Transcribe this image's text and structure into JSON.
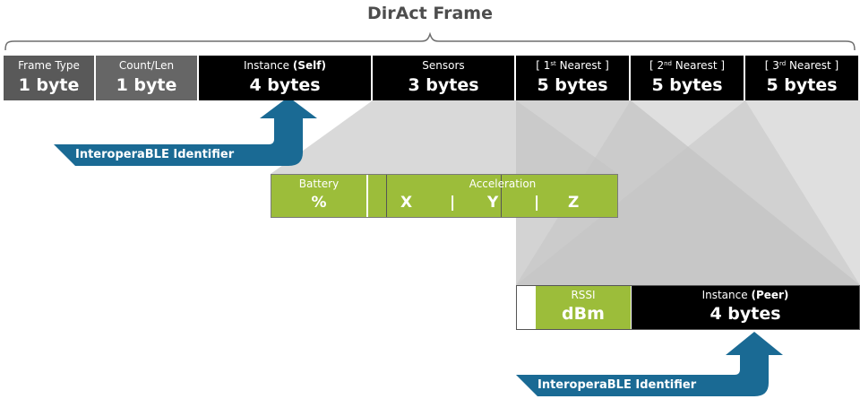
{
  "title": "DirAct Frame",
  "frame": {
    "cells": [
      {
        "label": "Frame Type",
        "value": "1 byte"
      },
      {
        "label": "Count/Len",
        "value": "1 byte"
      },
      {
        "label": "Instance",
        "label_bold": "(Self)",
        "value": "4 bytes"
      },
      {
        "label": "Sensors",
        "value": "3 bytes"
      },
      {
        "label_pre": "[ 1",
        "sup": "st",
        "label_post": " Nearest ]",
        "value": "5 bytes"
      },
      {
        "label_pre": "[ 2",
        "sup": "nd",
        "label_post": " Nearest ]",
        "value": "5 bytes"
      },
      {
        "label_pre": "[ 3",
        "sup": "rd",
        "label_post": " Nearest ]",
        "value": "5 bytes"
      }
    ]
  },
  "sensors": {
    "battery_label": "Battery",
    "battery_unit": "%",
    "acceleration_label": "Acceleration",
    "axes": [
      "X",
      "Y",
      "Z"
    ]
  },
  "neighbor": {
    "rssi_label": "RSSI",
    "rssi_unit": "dBm",
    "instance_label": "Instance",
    "instance_bold": "(Peer)",
    "instance_value": "4 bytes"
  },
  "arrows": {
    "top_label": "InteroperaBLE Identifier",
    "bottom_label": "InteroperaBLE Identifier"
  },
  "colors": {
    "accent_blue": "#1a6a94",
    "sensor_green": "#9cbd3a",
    "dark_gray": "#595959",
    "black": "#000000"
  }
}
